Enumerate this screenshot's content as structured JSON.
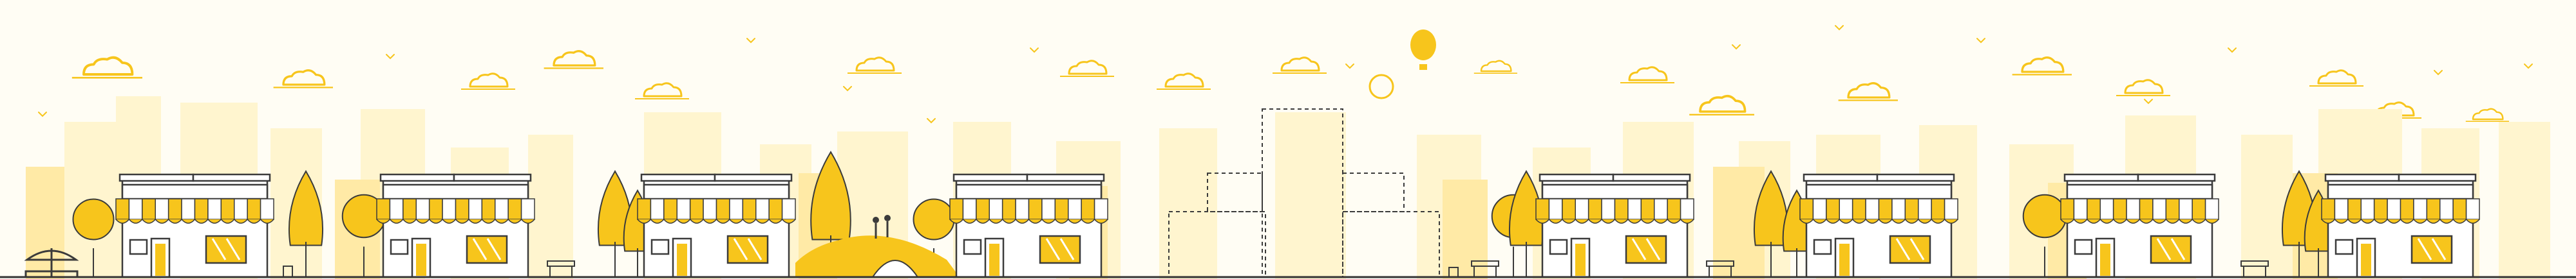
{
  "scene": {
    "style": "flat line illustration",
    "subject": "street of shops",
    "shop_count": 8,
    "colors": {
      "background": "#fffdf4",
      "skyline_far": "#fff5cf",
      "skyline_near": "#ffeaa6",
      "accent": "#f7c51c",
      "outline": "#3b3b3b",
      "shop_wall": "#ffffff",
      "ground": "#333333"
    },
    "icons": [
      "cloud-icon",
      "bird-icon",
      "balloon-icon",
      "tree-icon",
      "bench-icon",
      "carousel-icon",
      "bridge-icon",
      "trash-bin-icon"
    ]
  }
}
